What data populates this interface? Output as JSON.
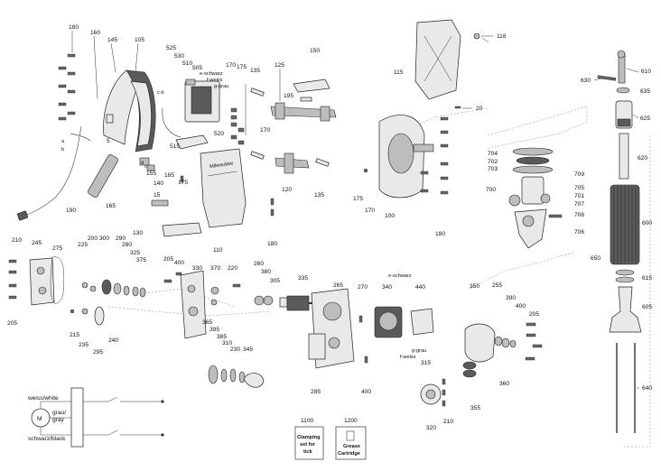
{
  "part_numbers": {
    "p180a": "180",
    "p160": "160",
    "p145": "145",
    "p105": "105",
    "p525": "525",
    "p530": "530",
    "p510": "510",
    "p505": "505",
    "p520": "520",
    "p170a": "170",
    "p175a": "175",
    "p135a": "135",
    "p125": "125",
    "p150": "150",
    "p195": "195",
    "p170b": "170",
    "p515": "515",
    "p185": "185",
    "p155": "155",
    "p140": "140",
    "p175b": "175",
    "p15": "15",
    "p165": "165",
    "p5": "5",
    "p190": "190",
    "p120": "120",
    "p135b": "135",
    "p130": "130",
    "p110": "110",
    "p180b": "180",
    "p116": "116",
    "p115": "115",
    "p20": "20",
    "p175c": "175",
    "p170c": "170",
    "p100": "100",
    "p180c": "180",
    "p630": "630",
    "p610": "610",
    "p635": "635",
    "p625": "625",
    "p620": "620",
    "p704": "704",
    "p702": "702",
    "p703": "703",
    "p709": "709",
    "p700": "700",
    "p705": "705",
    "p701": "701",
    "p707": "707",
    "p708": "708",
    "p706": "706",
    "p600": "600",
    "p650": "650",
    "p615": "615",
    "p605": "605",
    "p640": "640",
    "p210a": "210",
    "p245": "245",
    "p275": "275",
    "p225": "225",
    "p200": "200",
    "p300": "300",
    "p290": "290",
    "p280": "280",
    "p325": "325",
    "p375": "375",
    "p205a": "205",
    "p215": "215",
    "p235": "235",
    "p295": "295",
    "p240": "240",
    "p205b": "205",
    "p400a": "400",
    "p330": "330",
    "p370": "370",
    "p220": "220",
    "p365": "365",
    "p395": "395",
    "p385": "385",
    "p310": "310",
    "p230": "230",
    "p345": "345",
    "p260": "260",
    "p380": "380",
    "p305": "305",
    "p335": "335",
    "p265": "265",
    "p285": "285",
    "p270": "270",
    "p340": "340",
    "p440": "440",
    "p400b": "400",
    "p315": "315",
    "p320": "320",
    "p210b": "210",
    "p350": "350",
    "p255": "255",
    "p390": "390",
    "p400c": "400",
    "p205c": "205",
    "p360": "360",
    "p355": "355",
    "p1100": "1100",
    "p1200": "1200"
  },
  "small_labels": {
    "a1": "a",
    "b1": "b",
    "c": "c",
    "d": "d",
    "c2": "c",
    "d2": "d"
  },
  "wire_labels": {
    "e_schwarz_top": "e-schwarz",
    "f_weiss_top": "f-weiss",
    "g_grau_top": "g-grau",
    "e_schwarz_mid": "e-schwarz",
    "g_grau_mid": "g-grau",
    "f_weiss_mid": "f-weiss"
  },
  "circuit": {
    "motor_symbol": "M",
    "weiss_white": "weiss/white",
    "grau_gray_1": "grau/",
    "grau_gray_2": "gray",
    "schwarz_black": "schwarz/black"
  },
  "boxes": {
    "clamping_l1": "Clamping",
    "clamping_l2": "set for",
    "clamping_l3": "tick",
    "grease_l1": "Grease",
    "grease_l2": "Cartridge"
  },
  "brand_on_housing": "Milwaukee",
  "colors": {
    "line": "#333333",
    "part_fill": "#e9e9e9",
    "dark_part": "#5a5a5a"
  }
}
